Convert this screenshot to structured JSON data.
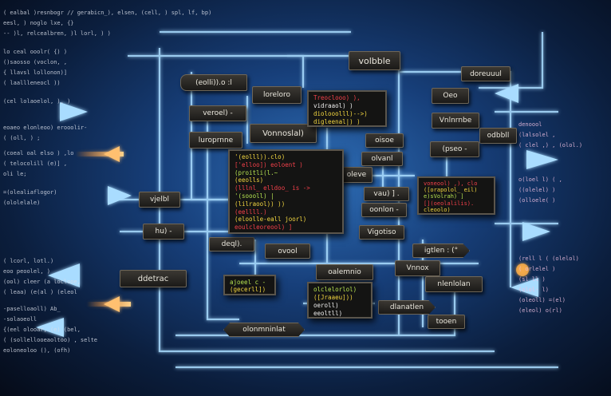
{
  "left_code": [
    "( ealbal )resnbogr // gerabicn_), elsen, (cell, ) spl, lf, bp)",
    "eesl, ) noglo lxe, {}",
    "-- )l, relcealbren, )l lorl, ) )",
    "lo ceal ooolr( {) )",
    "()saosso (voclon, ,",
    "{ llavsl lollonon)]",
    "( laallleneocl ))",
    "(cel lolaoelol, ), )",
    "eoaeo elonleoo) erooolir-",
    "( (oll, ) ;",
    "(coeal oal elso ) ,lo",
    "( telocolill (e)] ,",
    "oli le;",
    "=(olealiaflogor)",
    "(ololelale)",
    "( lcorl, lotl.)",
    "eoo peoolel, )",
    "(ool) cleer (a loclooe,",
    "( leaa) (e(al ) (eleol",
    "-paselloaoll) Ab_",
    "-solaoeoll",
    "{(eel olooar, (e) (bel,",
    "( (sollellooeaoltoo) , selte",
    "eoloneoloo (), (ofh)"
  ],
  "right_code": [
    "denoool",
    "(lalsolel ,",
    "( clel ,) , (olol.)",
    "o(loel l) ( ,",
    "((olelel) )",
    "(olloele( )",
    "(rell l ( (olelol)",
    "( orlelel )",
    "(sl ll )",
    "(olol- l)",
    "(oleoll) =(el)",
    "(eleol) o(rl)"
  ],
  "labels": {
    "volbble": "volbble",
    "doreuuul": "doreuuul",
    "eolli": "(eolli)).o :l",
    "loreloro": "loreloro",
    "oeo": "Oeo",
    "veroel": "veroel) -",
    "vnlnrnbe": "Vnlnrnbe",
    "vonnoslal": "Vonnoslal)",
    "odbbll": "odbbll",
    "luroprnne": "luroprnne",
    "oisoe": "oisoe",
    "pseo": "(pseo -",
    "olvanl": "olvanl",
    "oleve": "oleve",
    "vau": "vau) ] .",
    "oonlon": "oonlon -",
    "vjelbl": "vjelbl",
    "vigotiso": "Vigotiso",
    "hu": "hu) -",
    "deql": "deql).",
    "ovool": "ovool",
    "igtlen": "igtlen : (°",
    "vnnox": "Vnnox",
    "oalemnio": "oalemnio",
    "ddetrac": "ddetrac",
    "nlenlolan": "nlenlolan",
    "dlanatlen": "dlanatlen",
    "tooen": "tooen",
    "olonmninlat": "olonmninlat"
  },
  "code_top": [
    "Treoclooo) ),",
    "vidraaol) )",
    "diolooolll)-->)",
    "digleenal|) )"
  ],
  "code_main": [
    "'(eolll)).clo)",
    "['elloo]) eoloent )",
    "(proitli(l.~",
    "(eeolls)",
    "(lllnl_ elldoo_ is ->",
    "'(soooll) |",
    "(lilraool)) ))",
    "(eellll.)",
    "(eloolle-eall joorl)",
    "eoulcleoreool) ]"
  ],
  "code_right": [
    "voneool) ,), clo",
    "([orapolol_ eil)",
    "e)sVolrah) ]",
    "[](oeolalilis).",
    "cleoolo)"
  ],
  "code_small": [
    "ajoeel c -",
    "(gecerll])"
  ],
  "code_bottom": [
    "olclelorlol)",
    "([Jraaeu]))",
    "oeroll)",
    "eeoltll)"
  ],
  "colors": {
    "wire": "#9fd8ff",
    "glow_orange": "#ffb04a"
  }
}
